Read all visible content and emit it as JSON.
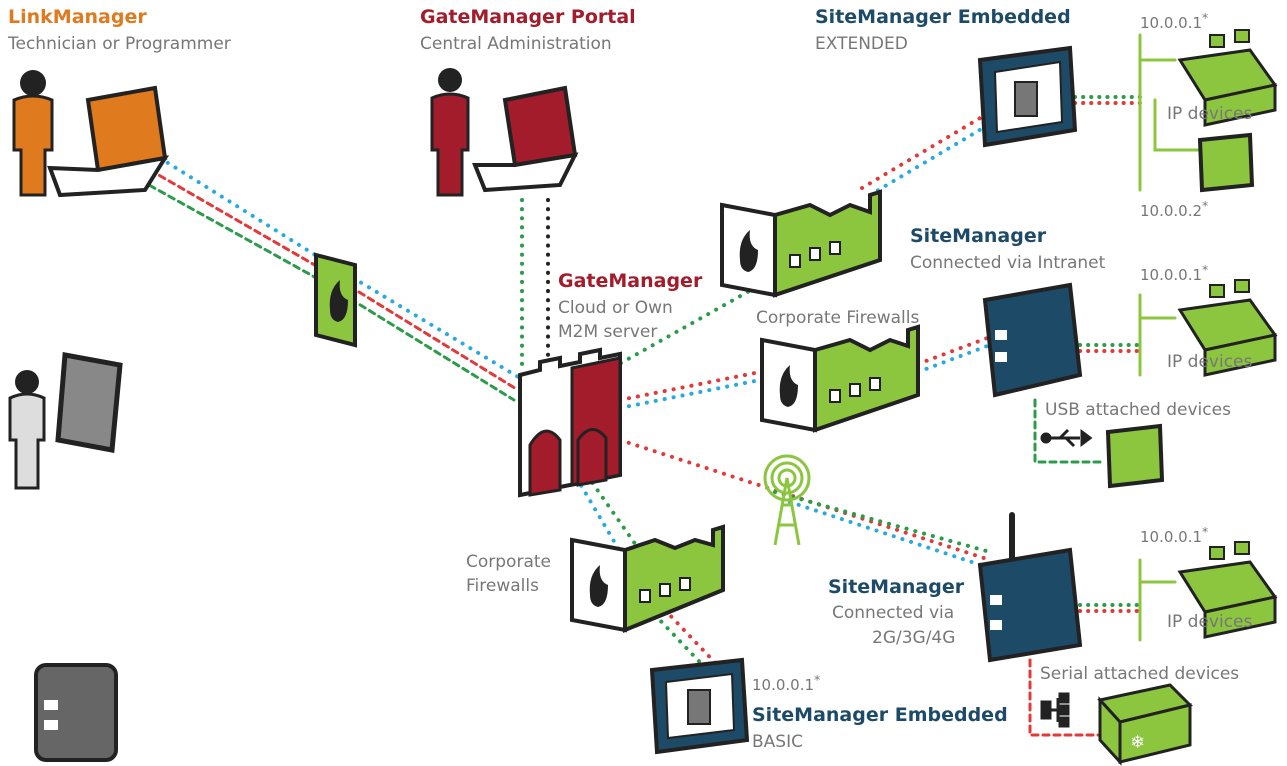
{
  "link_manager": {
    "title": "LinkManager",
    "subtitle": "Technician or Programmer"
  },
  "portal": {
    "title": "GateManager Portal",
    "subtitle": "Central Administration"
  },
  "gatemanager": {
    "title": "GateManager",
    "line1": "Cloud or Own",
    "line2": "M2M server"
  },
  "sme_extended": {
    "title": "SiteManager Embedded",
    "subtitle": "EXTENDED"
  },
  "sm_intranet": {
    "title": "SiteManager",
    "subtitle": "Connected via Intranet"
  },
  "sm_cellular": {
    "title": "SiteManager",
    "line1": "Connected via",
    "line2": "2G/3G/4G"
  },
  "sme_basic": {
    "title": "SiteManager Embedded",
    "subtitle": "BASIC",
    "ip": "10.0.0.1"
  },
  "firewalls": {
    "mid": "Corporate Firewalls",
    "low_line1": "Corporate",
    "low_line2": "Firewalls"
  },
  "ips": {
    "ext_top": "10.0.0.1",
    "ext_bottom": "10.0.0.2",
    "intranet": "10.0.0.1",
    "cellular": "10.0.0.1",
    "asterisk": "*"
  },
  "device_labels": {
    "ip_devices": "IP devices",
    "usb": "USB attached devices",
    "serial": "Serial attached devices"
  },
  "colors": {
    "orange": "#e07a1f",
    "red": "#a31c2c",
    "navy": "#1d4a66",
    "green": "#8cc63f",
    "blue_dots": "#29a9e0",
    "red_dots": "#e03a3a",
    "green_dots": "#2c9b4a",
    "gray": "#777777"
  }
}
